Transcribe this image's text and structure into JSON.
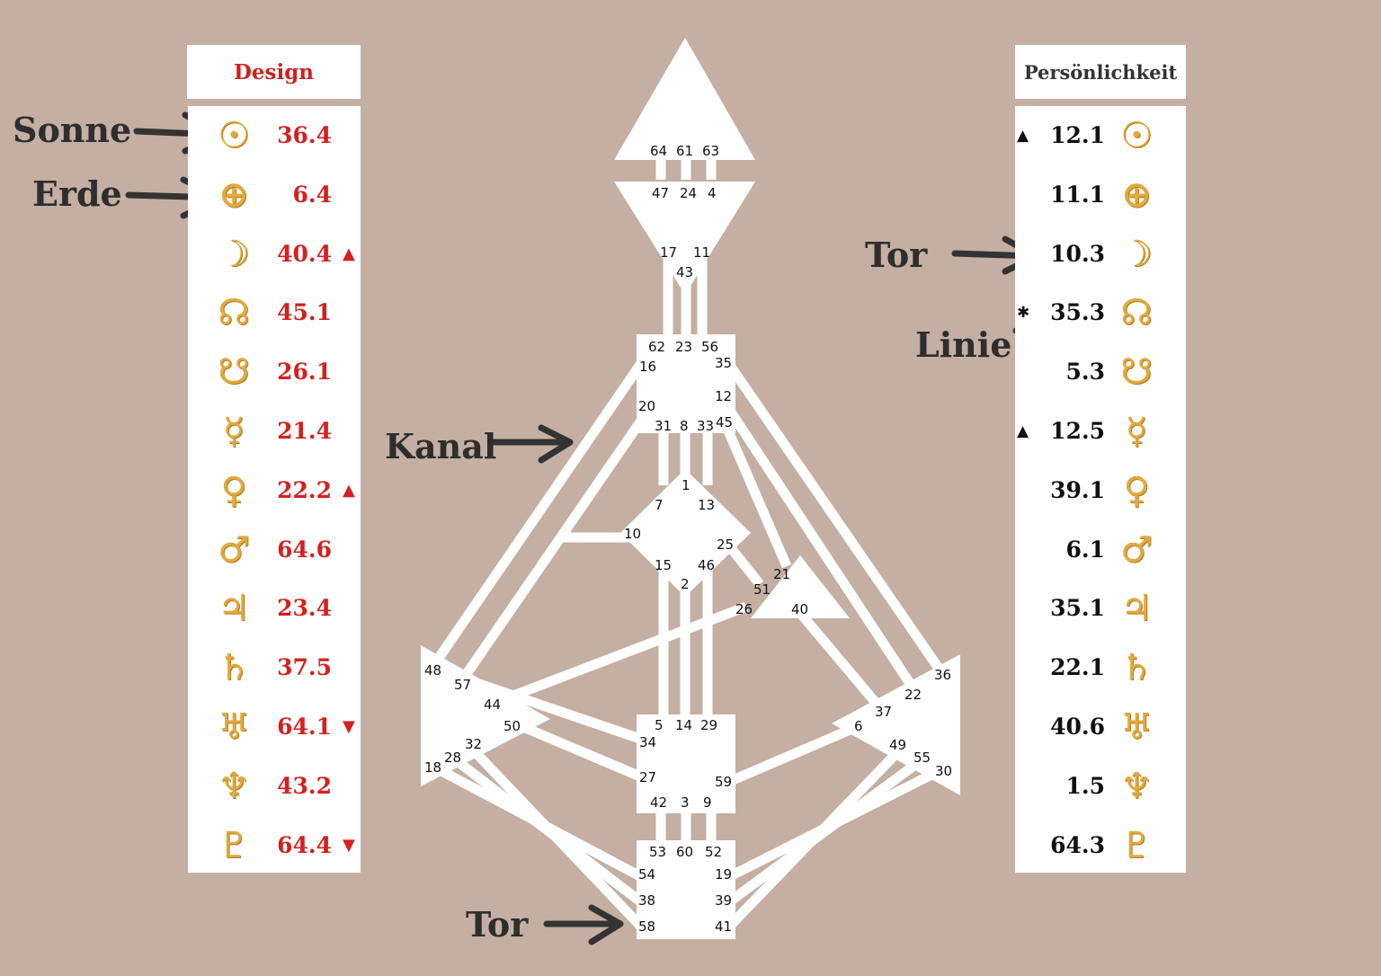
{
  "design": {
    "title": "Design",
    "rows": [
      {
        "planet": "sun-icon",
        "glyph": "☉",
        "value": "36.4",
        "mark": ""
      },
      {
        "planet": "earth-icon",
        "glyph": "⊕",
        "value": "6.4",
        "mark": ""
      },
      {
        "planet": "moon-icon",
        "glyph": "☽",
        "value": "40.4",
        "mark": "▲"
      },
      {
        "planet": "north-node-icon",
        "glyph": "☊",
        "value": "45.1",
        "mark": ""
      },
      {
        "planet": "south-node-icon",
        "glyph": "☋",
        "value": "26.1",
        "mark": ""
      },
      {
        "planet": "mercury-icon",
        "glyph": "☿",
        "value": "21.4",
        "mark": ""
      },
      {
        "planet": "venus-icon",
        "glyph": "♀",
        "value": "22.2",
        "mark": "▲"
      },
      {
        "planet": "mars-icon",
        "glyph": "♂",
        "value": "64.6",
        "mark": ""
      },
      {
        "planet": "jupiter-icon",
        "glyph": "♃",
        "value": "23.4",
        "mark": ""
      },
      {
        "planet": "saturn-icon",
        "glyph": "♄",
        "value": "37.5",
        "mark": ""
      },
      {
        "planet": "uranus-icon",
        "glyph": "♅",
        "value": "64.1",
        "mark": "▼"
      },
      {
        "planet": "neptune-icon",
        "glyph": "♆",
        "value": "43.2",
        "mark": ""
      },
      {
        "planet": "pluto-icon",
        "glyph": "♇",
        "value": "64.4",
        "mark": "▼"
      }
    ]
  },
  "personality": {
    "title": "Persönlichkeit",
    "rows": [
      {
        "planet": "sun-icon",
        "glyph": "☉",
        "value": "12.1",
        "mark": "▲"
      },
      {
        "planet": "earth-icon",
        "glyph": "⊕",
        "value": "11.1",
        "mark": ""
      },
      {
        "planet": "moon-icon",
        "glyph": "☽",
        "value": "10.3",
        "mark": ""
      },
      {
        "planet": "north-node-icon",
        "glyph": "☊",
        "value": "35.3",
        "mark": "✱"
      },
      {
        "planet": "south-node-icon",
        "glyph": "☋",
        "value": "5.3",
        "mark": ""
      },
      {
        "planet": "mercury-icon",
        "glyph": "☿",
        "value": "12.5",
        "mark": "▲"
      },
      {
        "planet": "venus-icon",
        "glyph": "♀",
        "value": "39.1",
        "mark": ""
      },
      {
        "planet": "mars-icon",
        "glyph": "♂",
        "value": "6.1",
        "mark": ""
      },
      {
        "planet": "jupiter-icon",
        "glyph": "♃",
        "value": "35.1",
        "mark": ""
      },
      {
        "planet": "saturn-icon",
        "glyph": "♄",
        "value": "22.1",
        "mark": ""
      },
      {
        "planet": "uranus-icon",
        "glyph": "♅",
        "value": "40.6",
        "mark": ""
      },
      {
        "planet": "neptune-icon",
        "glyph": "♆",
        "value": "1.5",
        "mark": ""
      },
      {
        "planet": "pluto-icon",
        "glyph": "♇",
        "value": "64.3",
        "mark": ""
      }
    ]
  },
  "annotations": {
    "sonne": "Sonne",
    "erde": "Erde",
    "kanal": "Kanal",
    "tor_bottom": "Tor",
    "tor_right": "Tor",
    "linie": "Linie"
  },
  "colors": {
    "background": "#c4afa2",
    "design_text": "#d42020",
    "personality_text": "#111111",
    "glyph": "#e2a93e",
    "arrow": "#333333"
  }
}
